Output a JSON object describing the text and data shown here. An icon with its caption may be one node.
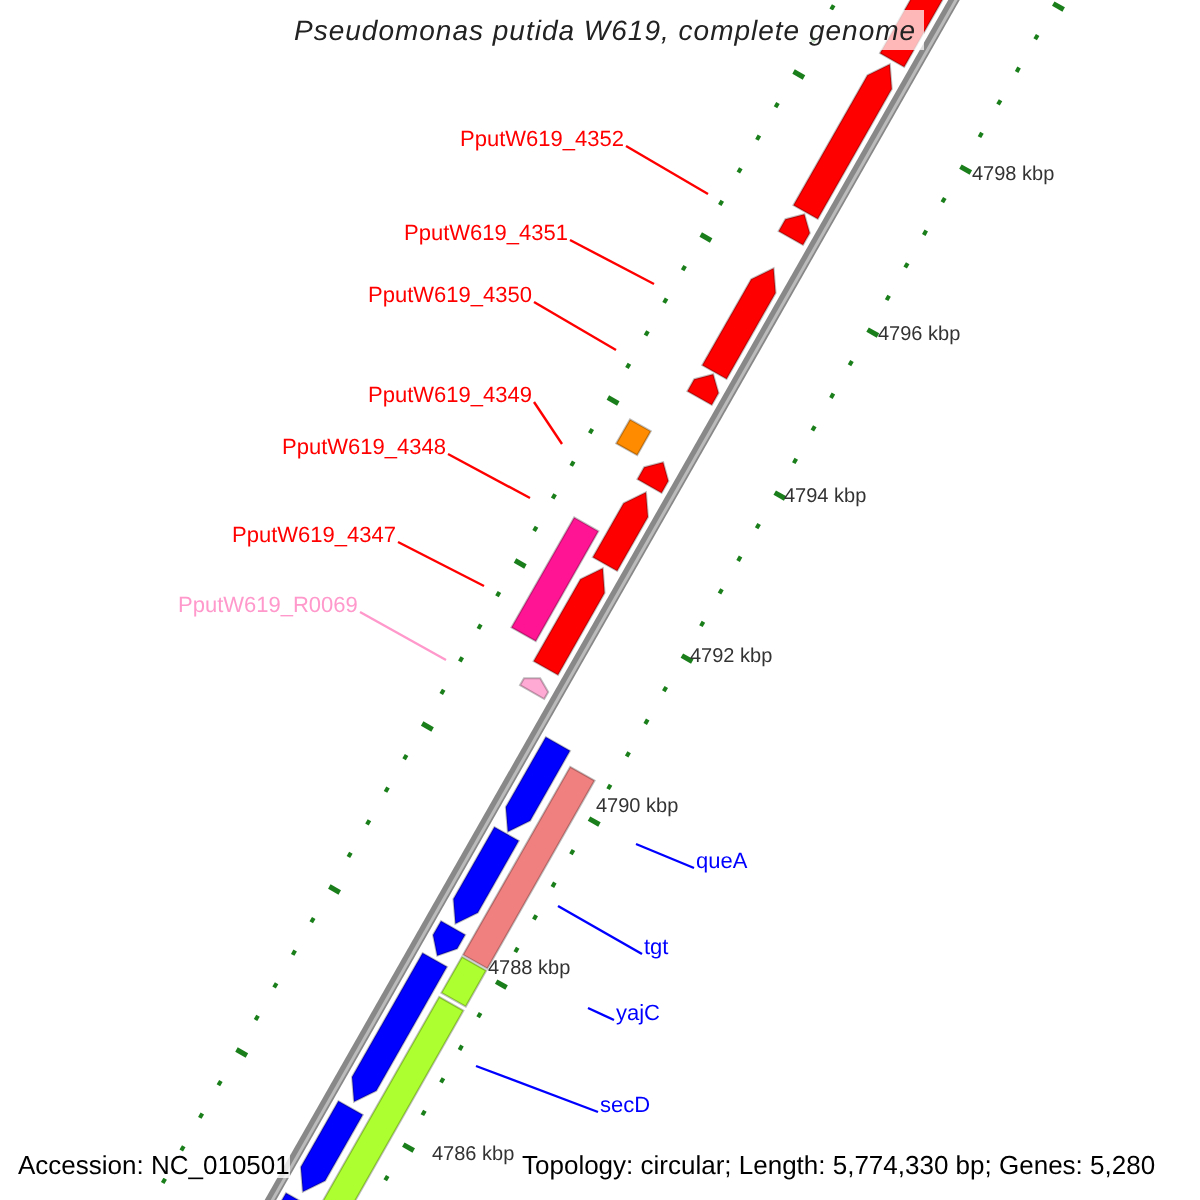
{
  "diagram": {
    "title": "Pseudomonas putida W619, complete genome",
    "nodes": [
      {
        "text": [
          "PputW619_4352"
        ]
      },
      {
        "text": [
          "PputW619_4351"
        ]
      },
      {
        "text": [
          "PputW619_4350"
        ]
      },
      {
        "text": [
          "PputW619_4349"
        ]
      },
      {
        "text": [
          "PputW619_4348"
        ]
      },
      {
        "text": [
          "PputW619_4347"
        ]
      },
      {
        "text": [
          "PputW619_R0069"
        ]
      },
      {
        "text": [
          "queA"
        ]
      },
      {
        "text": [
          "tgt"
        ]
      },
      {
        "text": [
          "yajC"
        ]
      },
      {
        "text": [
          "secD"
        ]
      }
    ],
    "edges": [
      {
        "from": 0,
        "to": null,
        "arrow": "none"
      },
      {
        "from": 1,
        "to": null,
        "arrow": "none"
      },
      {
        "from": 2,
        "to": null,
        "arrow": "none"
      },
      {
        "from": 3,
        "to": null,
        "arrow": "none"
      },
      {
        "from": 4,
        "to": null,
        "arrow": "none"
      },
      {
        "from": 5,
        "to": null,
        "arrow": "none"
      },
      {
        "from": 6,
        "to": null,
        "arrow": "none",
        "color": "#ff99cc"
      },
      {
        "from": 7,
        "to": null,
        "arrow": "none",
        "color": "#0000ff"
      },
      {
        "from": 8,
        "to": null,
        "arrow": "none",
        "color": "#0000ff"
      },
      {
        "from": 9,
        "to": null,
        "arrow": "none",
        "color": "#0000ff"
      },
      {
        "from": 10,
        "to": null,
        "arrow": "none",
        "color": "#0000ff"
      }
    ],
    "labels": [
      "4798 kbp",
      "4796 kbp",
      "4794 kbp",
      "4792 kbp",
      "4790 kbp",
      "4788 kbp",
      "4786 kbp",
      "Accession: NC_010501",
      "Topology: circular; Length: 5,774,330 bp; Genes: 5,280"
    ]
  }
}
